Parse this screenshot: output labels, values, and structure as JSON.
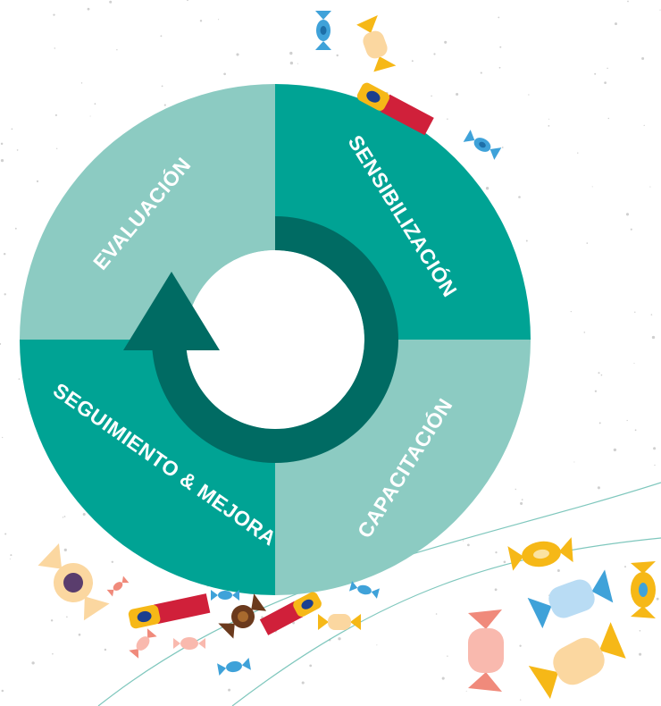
{
  "diagram": {
    "quadrants": [
      {
        "id": "sensibilizacion",
        "label": "SENSIBILIZACIÓN",
        "color": "#00a394"
      },
      {
        "id": "capacitacion",
        "label": "CAPACITACIÓN",
        "color": "#8ccbc2"
      },
      {
        "id": "seguimiento",
        "label": "SEGUIMIENTO & MEJORA",
        "color": "#00a394"
      },
      {
        "id": "evaluacion",
        "label": "EVALUACIÓN",
        "color": "#8ccbc2"
      }
    ],
    "cycle_arrow": {
      "color": "#006b63",
      "direction": "clockwise"
    }
  },
  "decorations": {
    "candy_colors": [
      "#f6b817",
      "#3fa2d9",
      "#f08a7b",
      "#d0203a",
      "#6b3a1d",
      "#fbd7a0",
      "#b9dcf4",
      "#f9b9ae"
    ],
    "line_color": "#7fc7bd"
  }
}
